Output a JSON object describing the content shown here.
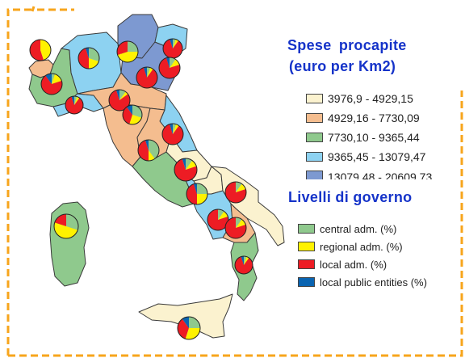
{
  "legend": {
    "title_line1": "Spese procapite",
    "title_line2": "(euro per Km2)",
    "ranges": [
      {
        "label": "3976,9 - 4929,15",
        "color": "#fbf2cf"
      },
      {
        "label": "4929,16 - 7730,09",
        "color": "#f4bd8f"
      },
      {
        "label": "7730,10 - 9365,44",
        "color": "#8fc98d"
      },
      {
        "label": "9365,45 - 13079,47",
        "color": "#8dd2f1"
      },
      {
        "label": "13079,48 - 20609,73",
        "color": "#7d99d1"
      }
    ]
  },
  "levels": {
    "title": "Livelli di governo",
    "items": [
      {
        "label": "central adm. (%)",
        "color": "#8fc98d"
      },
      {
        "label": "regional adm. (%)",
        "color": "#fff200"
      },
      {
        "label": "local adm. (%)",
        "color": "#ed1c24"
      },
      {
        "label": "local public entities (%)",
        "color": "#0a64b1"
      }
    ]
  },
  "frame": {
    "border_color": "#f7a51c"
  },
  "regions": [
    {
      "name": "Valle d'Aosta",
      "class": "4929,16 - 7730,09",
      "pie": [
        0,
        45,
        55,
        0
      ]
    },
    {
      "name": "Piemonte",
      "class": "7730,10 - 9365,44",
      "pie": [
        5,
        15,
        70,
        10
      ]
    },
    {
      "name": "Lombardia",
      "class": "9365,45 - 13079,47",
      "pie": [
        30,
        20,
        45,
        5
      ]
    },
    {
      "name": "Trentino-Alto Adige",
      "class": "13079,48 - 20609,73",
      "pie": [
        25,
        45,
        30,
        0
      ]
    },
    {
      "name": "Veneto",
      "class": "13079,48 - 20609,73",
      "pie": [
        10,
        5,
        80,
        5
      ]
    },
    {
      "name": "Friuli-Venezia Giulia",
      "class": "9365,45 - 13079,47",
      "pie": [
        5,
        5,
        85,
        5
      ]
    },
    {
      "name": "Liguria",
      "class": "9365,45 - 13079,47",
      "pie": [
        5,
        5,
        85,
        5
      ]
    },
    {
      "name": "Emilia-Romagna",
      "class": "4929,16 - 7730,09",
      "pie": [
        10,
        10,
        75,
        5
      ]
    },
    {
      "name": "Toscana",
      "class": "4929,16 - 7730,09",
      "pie": [
        30,
        25,
        35,
        10
      ]
    },
    {
      "name": "Marche",
      "class": "9365,45 - 13079,47",
      "pie": [
        5,
        5,
        85,
        5
      ]
    },
    {
      "name": "Umbria",
      "class": "4929,16 - 7730,09",
      "pie": [
        5,
        5,
        85,
        5
      ]
    },
    {
      "name": "Lazio",
      "class": "7730,10 - 9365,44",
      "pie": [
        40,
        10,
        45,
        5
      ]
    },
    {
      "name": "Abruzzo",
      "class": "3976,9 - 4929,15",
      "pie": [
        10,
        10,
        75,
        5
      ]
    },
    {
      "name": "Molise",
      "class": "3976,9 - 4929,15",
      "pie": [
        10,
        10,
        80,
        0
      ]
    },
    {
      "name": "Campania",
      "class": "9365,45 - 13079,47",
      "pie": [
        25,
        25,
        45,
        5
      ]
    },
    {
      "name": "Puglia",
      "class": "3976,9 - 4929,15",
      "pie": [
        10,
        10,
        80,
        0
      ]
    },
    {
      "name": "Basilicata",
      "class": "4929,16 - 7730,09",
      "pie": [
        10,
        10,
        80,
        0
      ]
    },
    {
      "name": "Calabria",
      "class": "7730,10 - 9365,44",
      "pie": [
        5,
        5,
        85,
        5
      ]
    },
    {
      "name": "Sicilia",
      "class": "3976,9 - 4929,15",
      "pie": [
        25,
        30,
        35,
        10
      ]
    },
    {
      "name": "Sardegna",
      "class": "7730,10 - 9365,44",
      "pie": [
        30,
        50,
        20,
        0
      ]
    }
  ]
}
